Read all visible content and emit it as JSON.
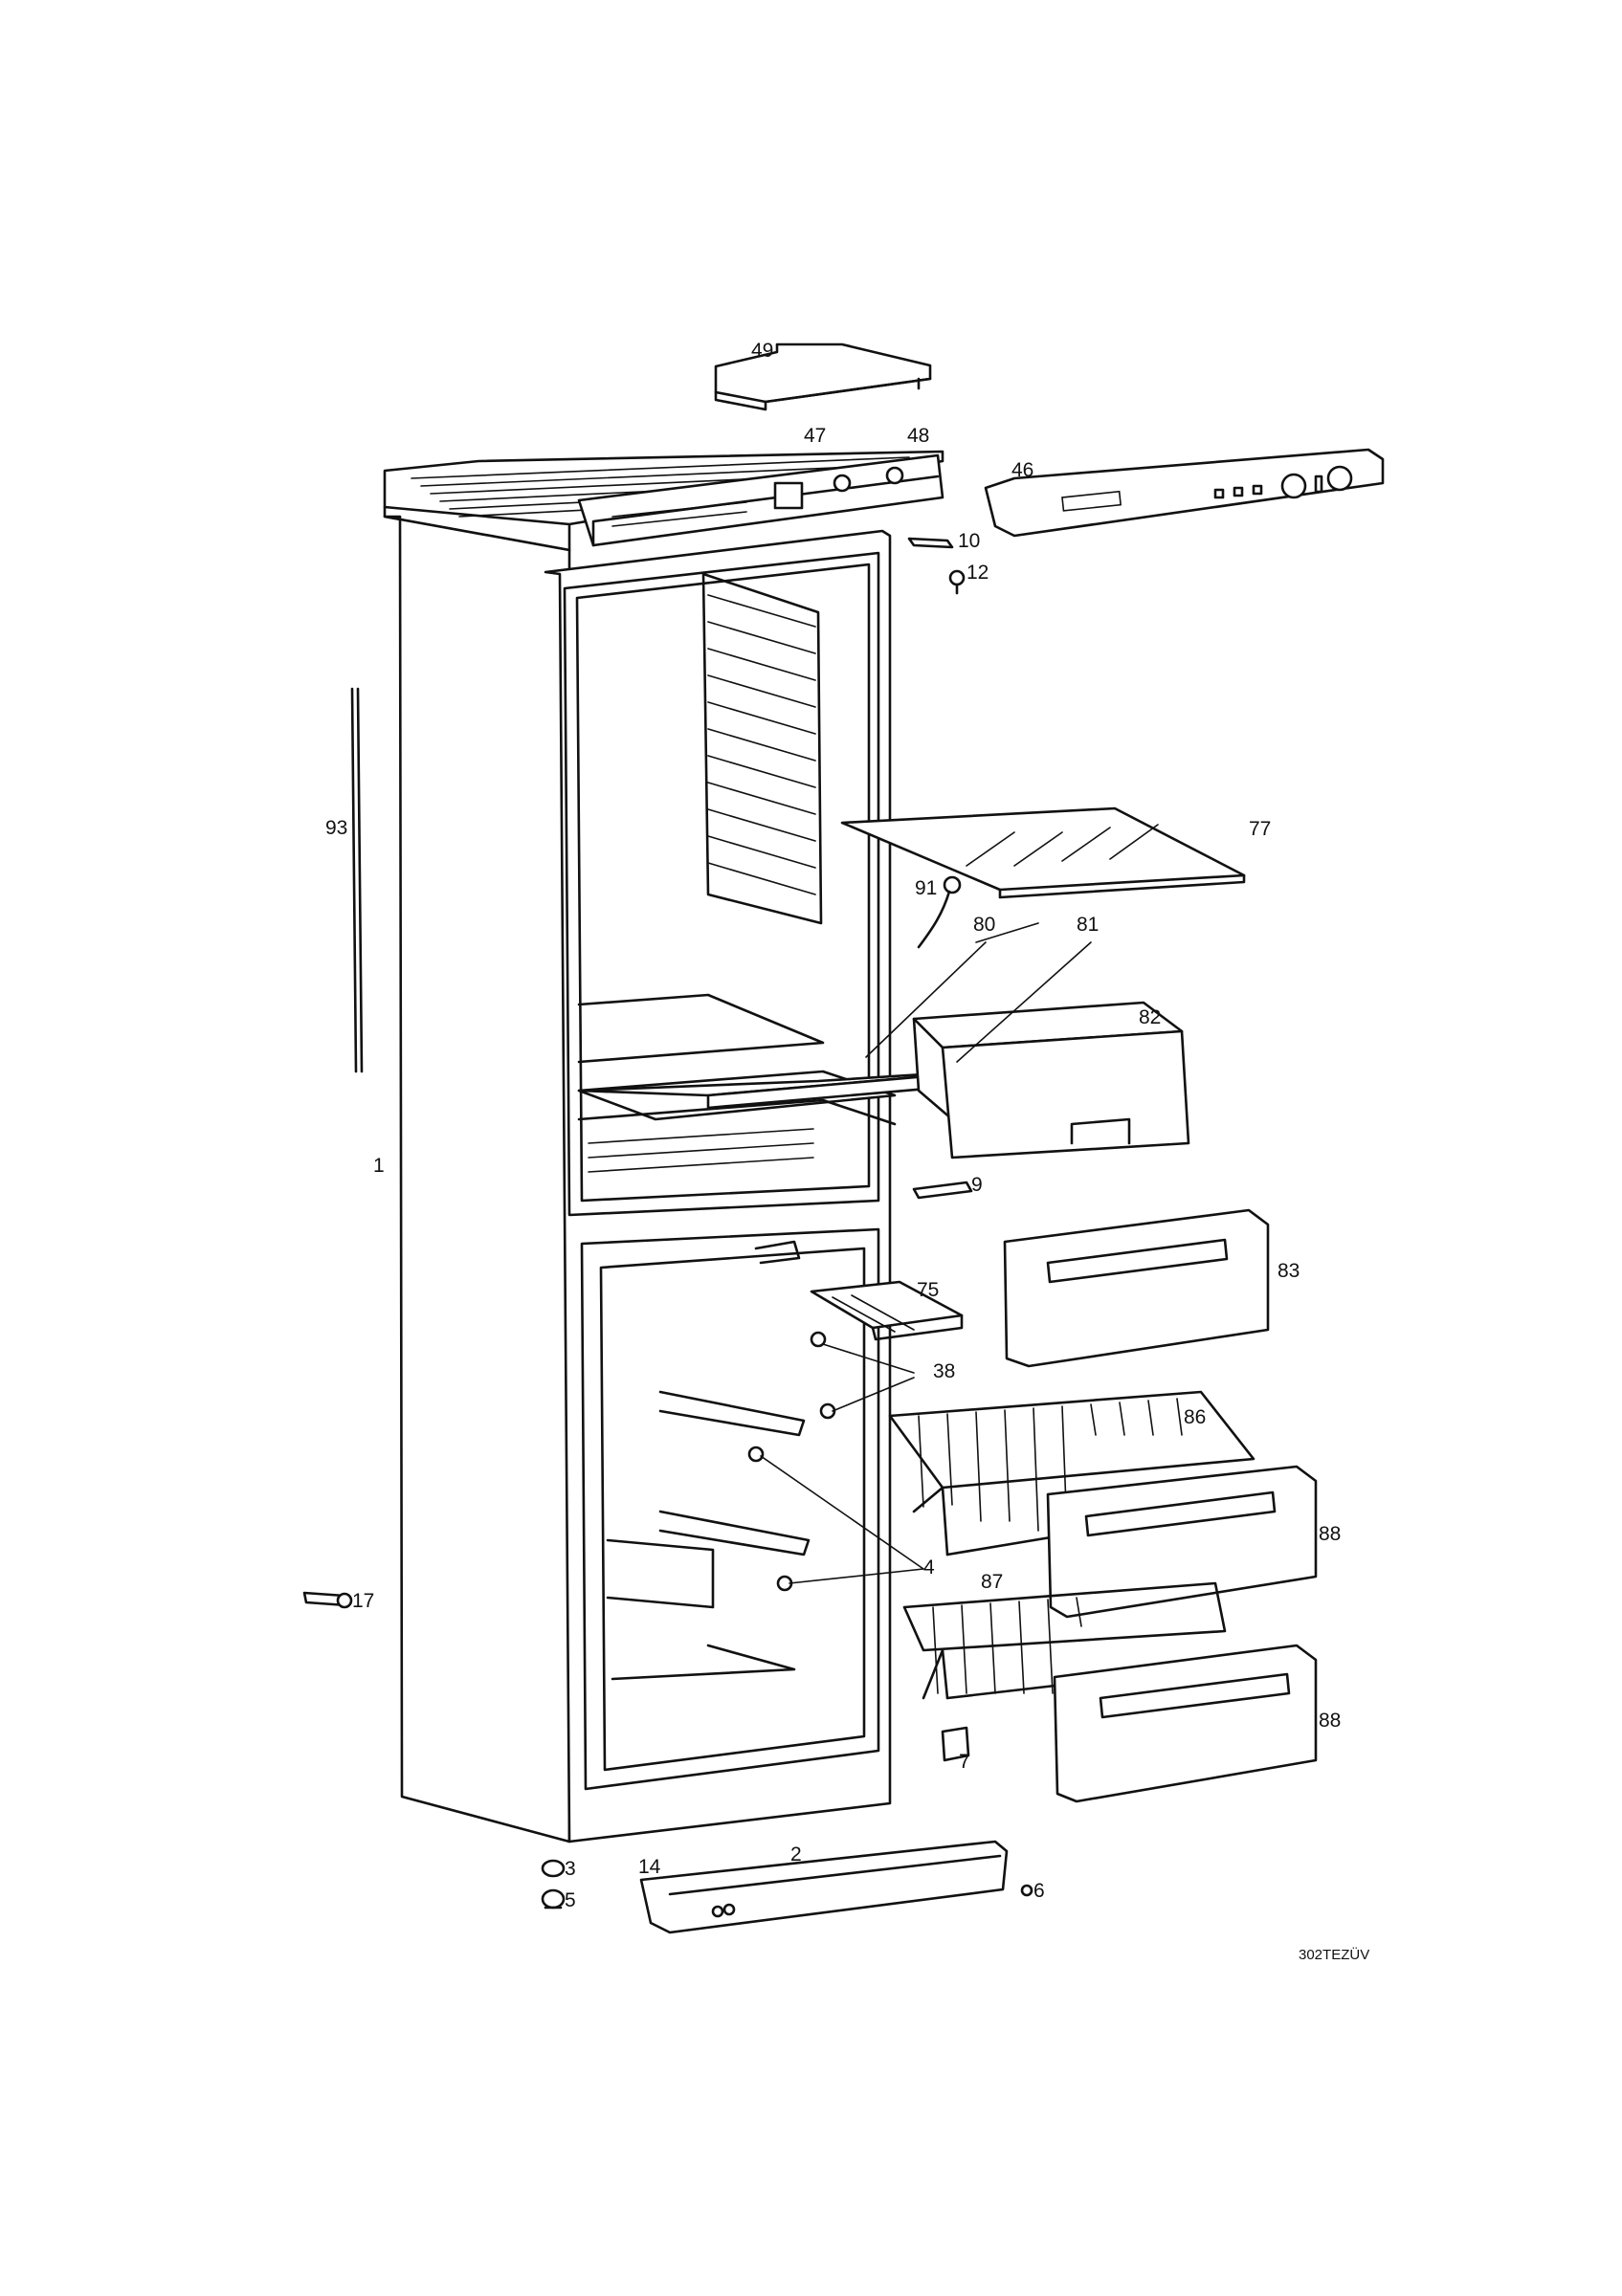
{
  "drawing_code": "302TEZÜV",
  "callouts": {
    "c1": "1",
    "c2": "2",
    "c3": "3",
    "c4": "4",
    "c5": "5",
    "c6": "6",
    "c7": "7",
    "c9": "9",
    "c10": "10",
    "c12": "12",
    "c14": "14",
    "c17": "17",
    "c38": "38",
    "c46": "46",
    "c47": "47",
    "c48": "48",
    "c49": "49",
    "c75": "75",
    "c77": "77",
    "c80": "80",
    "c81": "81",
    "c82": "82",
    "c83": "83",
    "c86": "86",
    "c87": "87",
    "c88a": "88",
    "c88b": "88",
    "c91": "91",
    "c93": "93"
  },
  "colors": {
    "line": "#111111",
    "background": "#ffffff"
  }
}
